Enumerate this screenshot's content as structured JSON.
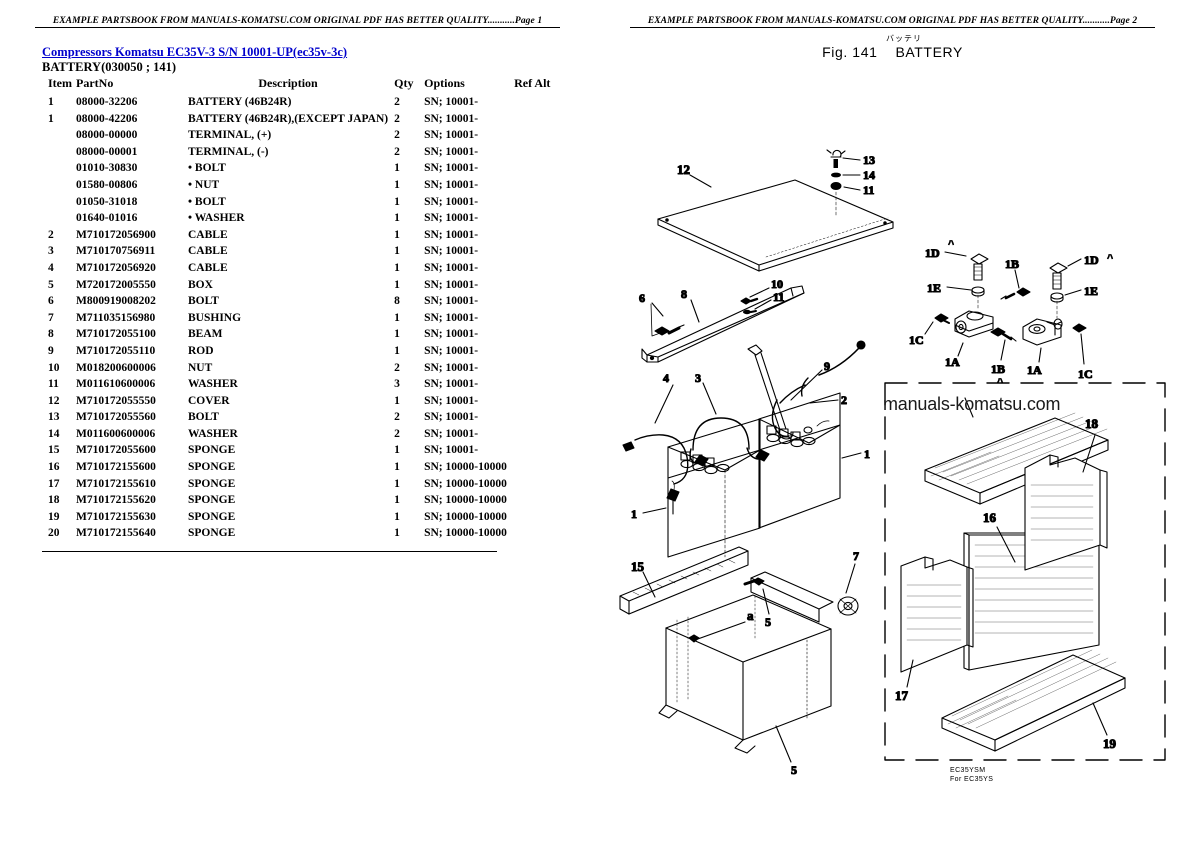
{
  "header": {
    "left_banner": "EXAMPLE PARTSBOOK FROM MANUALS-KOMATSU.COM ORIGINAL PDF HAS BETTER QUALITY...........Page 1",
    "right_banner": "EXAMPLE PARTSBOOK FROM MANUALS-KOMATSU.COM ORIGINAL PDF HAS BETTER QUALITY...........Page 2"
  },
  "left_page": {
    "title_link": "Compressors Komatsu EC35V-3 S/N 10001-UP(ec35v-3c)",
    "subtitle": "BATTERY(030050 ; 141)",
    "link_color": "#0000cc",
    "columns": [
      "Item",
      "PartNo",
      "Description",
      "Qty",
      "Options",
      "Ref Alt"
    ],
    "rows": [
      {
        "item": "1",
        "part": "08000-32206",
        "desc": "BATTERY (46B24R)",
        "qty": "2",
        "opt": "SN; 10001-",
        "ref": ""
      },
      {
        "item": "1",
        "part": "08000-42206",
        "desc": "BATTERY (46B24R),(EXCEPT JAPAN)",
        "qty": "2",
        "opt": "SN; 10001-",
        "ref": ""
      },
      {
        "item": "",
        "part": "08000-00000",
        "desc": "TERMINAL, (+)",
        "qty": "2",
        "opt": "SN; 10001-",
        "ref": ""
      },
      {
        "item": "",
        "part": "08000-00001",
        "desc": "TERMINAL, (-)",
        "qty": "2",
        "opt": "SN; 10001-",
        "ref": ""
      },
      {
        "item": "",
        "part": "01010-30830",
        "desc": "• BOLT",
        "qty": "1",
        "opt": "SN; 10001-",
        "ref": ""
      },
      {
        "item": "",
        "part": "01580-00806",
        "desc": "• NUT",
        "qty": "1",
        "opt": "SN; 10001-",
        "ref": ""
      },
      {
        "item": "",
        "part": "01050-31018",
        "desc": "• BOLT",
        "qty": "1",
        "opt": "SN; 10001-",
        "ref": ""
      },
      {
        "item": "",
        "part": "01640-01016",
        "desc": "• WASHER",
        "qty": "1",
        "opt": "SN; 10001-",
        "ref": ""
      },
      {
        "item": "2",
        "part": "M710172056900",
        "desc": "CABLE",
        "qty": "1",
        "opt": "SN; 10001-",
        "ref": ""
      },
      {
        "item": "3",
        "part": "M710170756911",
        "desc": "CABLE",
        "qty": "1",
        "opt": "SN; 10001-",
        "ref": ""
      },
      {
        "item": "4",
        "part": "M710172056920",
        "desc": "CABLE",
        "qty": "1",
        "opt": "SN; 10001-",
        "ref": ""
      },
      {
        "item": "5",
        "part": "M720172005550",
        "desc": "BOX",
        "qty": "1",
        "opt": "SN; 10001-",
        "ref": ""
      },
      {
        "item": "6",
        "part": "M800919008202",
        "desc": "BOLT",
        "qty": "8",
        "opt": "SN; 10001-",
        "ref": ""
      },
      {
        "item": "7",
        "part": "M711035156980",
        "desc": "BUSHING",
        "qty": "1",
        "opt": "SN; 10001-",
        "ref": ""
      },
      {
        "item": "8",
        "part": "M710172055100",
        "desc": "BEAM",
        "qty": "1",
        "opt": "SN; 10001-",
        "ref": ""
      },
      {
        "item": "9",
        "part": "M710172055110",
        "desc": "ROD",
        "qty": "1",
        "opt": "SN; 10001-",
        "ref": ""
      },
      {
        "item": "10",
        "part": "M018200600006",
        "desc": "NUT",
        "qty": "2",
        "opt": "SN; 10001-",
        "ref": ""
      },
      {
        "item": "11",
        "part": "M011610600006",
        "desc": "WASHER",
        "qty": "3",
        "opt": "SN; 10001-",
        "ref": ""
      },
      {
        "item": "12",
        "part": "M710172055550",
        "desc": "COVER",
        "qty": "1",
        "opt": "SN; 10001-",
        "ref": ""
      },
      {
        "item": "13",
        "part": "M710172055560",
        "desc": "BOLT",
        "qty": "2",
        "opt": "SN; 10001-",
        "ref": ""
      },
      {
        "item": "14",
        "part": "M011600600006",
        "desc": "WASHER",
        "qty": "2",
        "opt": "SN; 10001-",
        "ref": ""
      },
      {
        "item": "15",
        "part": "M710172055600",
        "desc": "SPONGE",
        "qty": "1",
        "opt": "SN; 10001-",
        "ref": ""
      },
      {
        "item": "16",
        "part": "M710172155600",
        "desc": "SPONGE",
        "qty": "1",
        "opt": "SN; 10000-10000",
        "ref": ""
      },
      {
        "item": "17",
        "part": "M710172155610",
        "desc": "SPONGE",
        "qty": "1",
        "opt": "SN; 10000-10000",
        "ref": ""
      },
      {
        "item": "18",
        "part": "M710172155620",
        "desc": "SPONGE",
        "qty": "1",
        "opt": "SN; 10000-10000",
        "ref": ""
      },
      {
        "item": "19",
        "part": "M710172155630",
        "desc": "SPONGE",
        "qty": "1",
        "opt": "SN; 10000-10000",
        "ref": ""
      },
      {
        "item": "20",
        "part": "M710172155640",
        "desc": "SPONGE",
        "qty": "1",
        "opt": "SN; 10000-10000",
        "ref": ""
      }
    ]
  },
  "right_page": {
    "figure_number": "Fig. 141",
    "figure_title": "BATTERY",
    "figure_kana": "バッテリ",
    "watermark": "manuals-komatsu.com",
    "sponge_box_caption_line1": "EC35YSM",
    "sponge_box_caption_line2": "For EC35YS",
    "callouts": [
      "1",
      "1",
      "1A",
      "1A",
      "1B",
      "1B",
      "1C",
      "1C",
      "1D",
      "1D",
      "1E",
      "1E",
      "2",
      "2",
      "3",
      "4",
      "5",
      "5",
      "6",
      "7",
      "8",
      "9",
      "10",
      "10",
      "11",
      "11",
      "11",
      "12",
      "13",
      "14",
      "15",
      "16",
      "17",
      "18",
      "19"
    ]
  }
}
